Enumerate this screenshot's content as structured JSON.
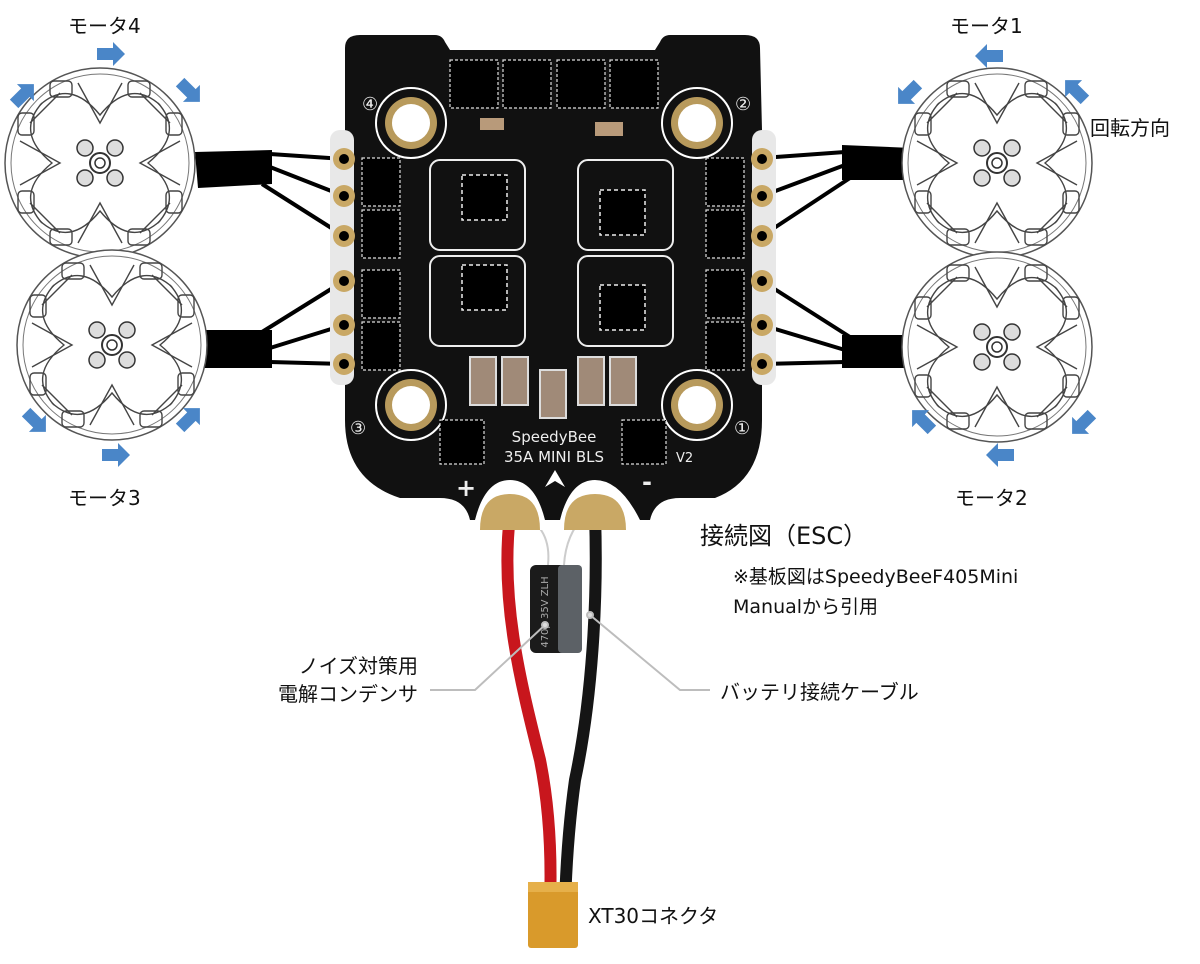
{
  "diagram": {
    "title": "接続図（ESC）",
    "note_lines": [
      "※基板図はSpeedyBeeF405Mini",
      "Manualから引用"
    ],
    "rotation_label": "回転方向",
    "motors": [
      {
        "id": 1,
        "label": "モータ1",
        "rotation": "counter-clockwise",
        "position": "top-right"
      },
      {
        "id": 2,
        "label": "モータ2",
        "rotation": "clockwise",
        "position": "bottom-right"
      },
      {
        "id": 3,
        "label": "モータ3",
        "rotation": "counter-clockwise",
        "position": "bottom-left"
      },
      {
        "id": 4,
        "label": "モータ4",
        "rotation": "clockwise",
        "position": "top-left"
      }
    ],
    "board": {
      "brand": "SpeedyBee",
      "model": "35A MINI BLS",
      "version": "V2",
      "corner_marks": [
        "④",
        "②",
        "③",
        "①"
      ],
      "plus_mark": "+",
      "minus_mark": "-"
    },
    "callouts": {
      "capacitor": [
        "ノイズ対策用",
        "電解コンデンサ"
      ],
      "battery_cable": "バッテリ接続ケーブル",
      "connector": "XT30コネクタ"
    },
    "colors": {
      "arrow": "#4a86c8",
      "pcb": "#111111",
      "pad": "#c9a865",
      "red_wire": "#c8161d",
      "black_wire": "#151515",
      "connector": "#d99a2b",
      "leader": "#bdbdbd"
    }
  }
}
